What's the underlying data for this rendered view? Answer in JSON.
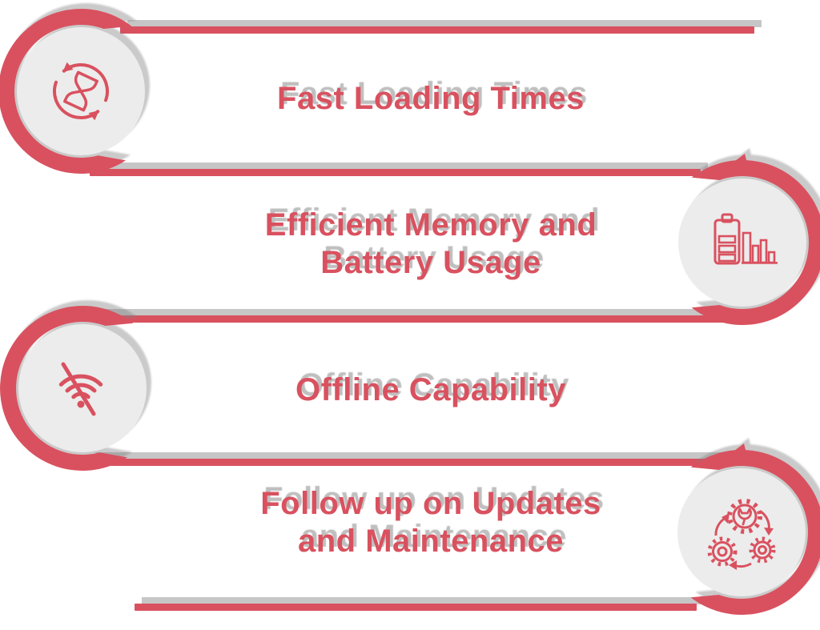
{
  "colors": {
    "accent_red": "#d9515f",
    "circle_fill": "#ececec",
    "shadow_gray": "#808080",
    "background": "#ffffff"
  },
  "items": [
    {
      "icon": "hourglass-refresh-icon",
      "title_lines": {
        "0": "Fast Loading Times"
      }
    },
    {
      "icon": "battery-usage-icon",
      "title_lines": {
        "0": "Efficient Memory and",
        "1": "Battery Usage"
      }
    },
    {
      "icon": "wifi-off-icon",
      "title_lines": {
        "0": "Offline Capability"
      }
    },
    {
      "icon": "gears-maintenance-icon",
      "title_lines": {
        "0": "Follow up on Updates",
        "1": "and Maintenance"
      }
    }
  ]
}
